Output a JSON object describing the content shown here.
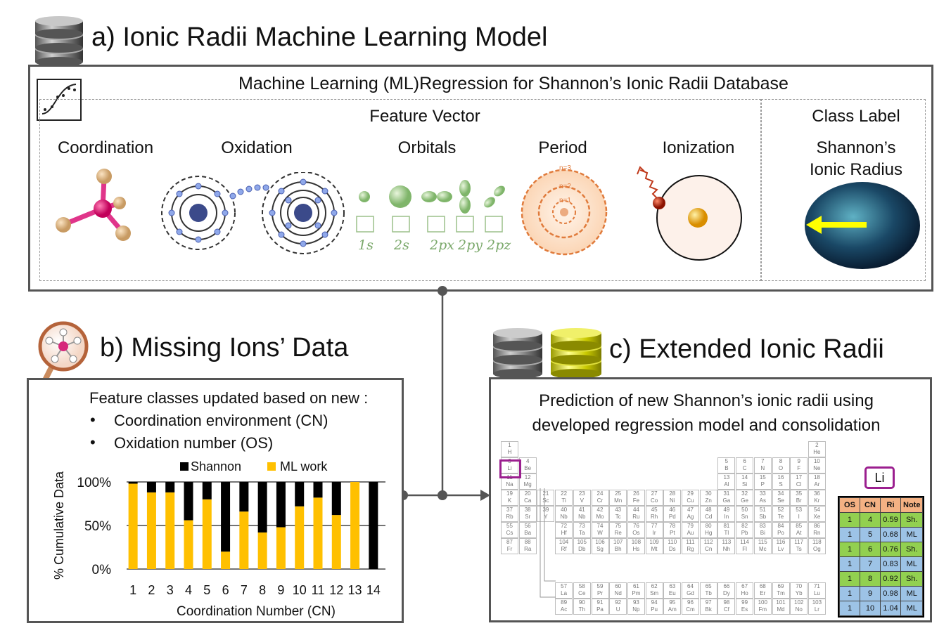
{
  "panel_a": {
    "title": "a) Ionic Radii Machine Learning Model",
    "subtitle": "Machine Learning (ML)Regression for Shannon’s  Ionic Radii Database",
    "feature_vector_label": "Feature Vector",
    "class_label_title": "Class Label",
    "class_label_line1": "Shannon’s",
    "class_label_line2": "Ionic Radius",
    "features": [
      "Coordination",
      "Oxidation",
      "Orbitals",
      "Period",
      "Ionization"
    ],
    "orbitals": [
      "1s",
      "2s",
      "2px",
      "2py",
      "2pz"
    ],
    "shell_labels": [
      "n=3",
      "n=2",
      "n=1"
    ]
  },
  "panel_b": {
    "title": "b) Missing Ions’ Data",
    "intro": "Feature classes updated based on new :",
    "bullets": [
      "Coordination environment (CN)",
      "Oxidation number (OS)"
    ]
  },
  "panel_c": {
    "title": "c) Extended Ionic Radii",
    "line1": "Prediction of new Shannon’s ionic radii using",
    "line2": "developed regression model and consolidation",
    "selected_element": "Li",
    "table": {
      "headers": [
        "OS",
        "CN",
        "Ri",
        "Note"
      ],
      "rows": [
        [
          "1",
          "4",
          "0.59",
          "Sh."
        ],
        [
          "1",
          "5",
          "0.68",
          "ML"
        ],
        [
          "1",
          "6",
          "0.76",
          "Sh."
        ],
        [
          "1",
          "7",
          "0.83",
          "ML"
        ],
        [
          "1",
          "8",
          "0.92",
          "Sh."
        ],
        [
          "1",
          "9",
          "0.98",
          "ML"
        ],
        [
          "1",
          "10",
          "1.04",
          "ML"
        ]
      ]
    }
  },
  "colors": {
    "shannon": "#000000",
    "ml_work": "#ffc000",
    "sh_row": "#92d050",
    "ml_row": "#9dc3e6",
    "header_row": "#f4b183",
    "li_highlight": "#9b1f8f"
  },
  "chart_data": {
    "type": "bar",
    "stacked": true,
    "categories": [
      "1",
      "2",
      "3",
      "4",
      "5",
      "6",
      "7",
      "8",
      "9",
      "10",
      "11",
      "12",
      "13",
      "14"
    ],
    "series": [
      {
        "name": "ML work",
        "values": [
          98,
          88,
          88,
          56,
          80,
          20,
          66,
          42,
          48,
          72,
          82,
          62,
          100,
          0
        ]
      },
      {
        "name": "Shannon",
        "values": [
          2,
          12,
          12,
          44,
          20,
          80,
          34,
          58,
          52,
          28,
          18,
          38,
          0,
          100
        ]
      }
    ],
    "xlabel": "Coordination Number (CN)",
    "ylabel": "% Cumulative Data",
    "yticks": [
      "0%",
      "50%",
      "100%"
    ],
    "ylim": [
      0,
      100
    ],
    "grid": true,
    "legend": "top"
  },
  "periodic_table": {
    "rows": [
      [
        [
          1,
          "1",
          "H"
        ],
        [
          18,
          "2",
          "He"
        ]
      ],
      [
        [
          1,
          "3",
          "Li"
        ],
        [
          2,
          "4",
          "Be"
        ],
        [
          13,
          "5",
          "B"
        ],
        [
          14,
          "6",
          "C"
        ],
        [
          15,
          "7",
          "N"
        ],
        [
          16,
          "8",
          "O"
        ],
        [
          17,
          "9",
          "F"
        ],
        [
          18,
          "10",
          "Ne"
        ]
      ],
      [
        [
          1,
          "11",
          "Na"
        ],
        [
          2,
          "12",
          "Mg"
        ],
        [
          13,
          "13",
          "Al"
        ],
        [
          14,
          "14",
          "Si"
        ],
        [
          15,
          "15",
          "P"
        ],
        [
          16,
          "16",
          "S"
        ],
        [
          17,
          "17",
          "Cl"
        ],
        [
          18,
          "18",
          "Ar"
        ]
      ],
      [
        [
          1,
          "19",
          "K"
        ],
        [
          2,
          "20",
          "Ca"
        ],
        [
          3,
          "21",
          "Sc"
        ],
        [
          4,
          "22",
          "Ti"
        ],
        [
          5,
          "23",
          "V"
        ],
        [
          6,
          "24",
          "Cr"
        ],
        [
          7,
          "25",
          "Mn"
        ],
        [
          8,
          "26",
          "Fe"
        ],
        [
          9,
          "27",
          "Co"
        ],
        [
          10,
          "28",
          "Ni"
        ],
        [
          11,
          "29",
          "Cu"
        ],
        [
          12,
          "30",
          "Zn"
        ],
        [
          13,
          "31",
          "Ga"
        ],
        [
          14,
          "32",
          "Ge"
        ],
        [
          15,
          "33",
          "As"
        ],
        [
          16,
          "34",
          "Se"
        ],
        [
          17,
          "35",
          "Br"
        ],
        [
          18,
          "36",
          "Kr"
        ]
      ],
      [
        [
          1,
          "37",
          "Rb"
        ],
        [
          2,
          "38",
          "Sr"
        ],
        [
          3,
          "39",
          "Y"
        ],
        [
          4,
          "40",
          "Nb"
        ],
        [
          5,
          "41",
          "Nb"
        ],
        [
          6,
          "42",
          "Mo"
        ],
        [
          7,
          "43",
          "Tc"
        ],
        [
          8,
          "44",
          "Ru"
        ],
        [
          9,
          "45",
          "Rh"
        ],
        [
          10,
          "46",
          "Pd"
        ],
        [
          11,
          "47",
          "Ag"
        ],
        [
          12,
          "48",
          "Cd"
        ],
        [
          13,
          "49",
          "In"
        ],
        [
          14,
          "50",
          "Sn"
        ],
        [
          15,
          "51",
          "Sb"
        ],
        [
          16,
          "52",
          "Te"
        ],
        [
          17,
          "53",
          "I"
        ],
        [
          18,
          "54",
          "Xe"
        ]
      ],
      [
        [
          1,
          "55",
          "Cs"
        ],
        [
          2,
          "56",
          "Ba"
        ],
        [
          4,
          "72",
          "Hf"
        ],
        [
          5,
          "73",
          "Ta"
        ],
        [
          6,
          "74",
          "W"
        ],
        [
          7,
          "75",
          "Re"
        ],
        [
          8,
          "76",
          "Os"
        ],
        [
          9,
          "77",
          "Ir"
        ],
        [
          10,
          "78",
          "Pt"
        ],
        [
          11,
          "79",
          "Au"
        ],
        [
          12,
          "80",
          "Hg"
        ],
        [
          13,
          "81",
          "Tl"
        ],
        [
          14,
          "82",
          "Pb"
        ],
        [
          15,
          "83",
          "Bi"
        ],
        [
          16,
          "84",
          "Po"
        ],
        [
          17,
          "85",
          "At"
        ],
        [
          18,
          "86",
          "Rn"
        ]
      ],
      [
        [
          1,
          "87",
          "Fr"
        ],
        [
          2,
          "88",
          "Ra"
        ],
        [
          4,
          "104",
          "Rf"
        ],
        [
          5,
          "105",
          "Db"
        ],
        [
          6,
          "106",
          "Sg"
        ],
        [
          7,
          "107",
          "Bh"
        ],
        [
          8,
          "108",
          "Hs"
        ],
        [
          9,
          "109",
          "Mt"
        ],
        [
          10,
          "110",
          "Ds"
        ],
        [
          11,
          "111",
          "Rg"
        ],
        [
          12,
          "112",
          "Cn"
        ],
        [
          13,
          "113",
          "Nh"
        ],
        [
          14,
          "114",
          "Fl"
        ],
        [
          15,
          "115",
          "Mc"
        ],
        [
          16,
          "116",
          "Lv"
        ],
        [
          17,
          "117",
          "Ts"
        ],
        [
          18,
          "118",
          "Og"
        ]
      ]
    ],
    "lanthanides": [
      [
        "57",
        "La"
      ],
      [
        "58",
        "Ce"
      ],
      [
        "59",
        "Pr"
      ],
      [
        "60",
        "Nd"
      ],
      [
        "61",
        "Pm"
      ],
      [
        "62",
        "Sm"
      ],
      [
        "63",
        "Eu"
      ],
      [
        "64",
        "Gd"
      ],
      [
        "65",
        "Tb"
      ],
      [
        "66",
        "Dy"
      ],
      [
        "67",
        "Ho"
      ],
      [
        "68",
        "Er"
      ],
      [
        "69",
        "Tm"
      ],
      [
        "70",
        "Yb"
      ],
      [
        "71",
        "Lu"
      ]
    ],
    "actinides": [
      [
        "89",
        "Ac"
      ],
      [
        "90",
        "Th"
      ],
      [
        "91",
        "Pa"
      ],
      [
        "92",
        "U"
      ],
      [
        "93",
        "Np"
      ],
      [
        "94",
        "Pu"
      ],
      [
        "95",
        "Am"
      ],
      [
        "96",
        "Cm"
      ],
      [
        "97",
        "Bk"
      ],
      [
        "98",
        "Cf"
      ],
      [
        "99",
        "Es"
      ],
      [
        "100",
        "Fm"
      ],
      [
        "101",
        "Md"
      ],
      [
        "102",
        "No"
      ],
      [
        "103",
        "Lr"
      ]
    ]
  }
}
